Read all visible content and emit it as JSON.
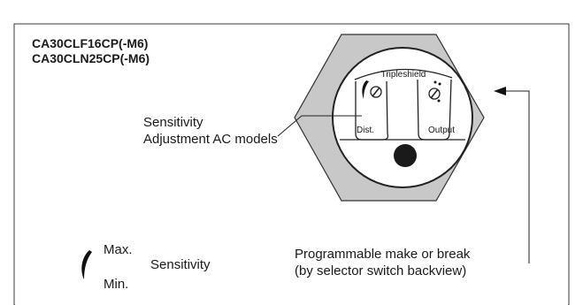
{
  "diagram": {
    "models": [
      "CA30CLF16CP(-M6)",
      "CA30CLN25CP(-M6)"
    ],
    "sensitivity_callout": [
      "Sensitivity",
      "Adjustment AC models"
    ],
    "face_labels": {
      "top": "Tripleshield",
      "left": "Dist.",
      "right": "Output"
    },
    "programmable_callout": [
      "Programmable make or break",
      "(by selector switch backview)"
    ],
    "legend": {
      "max": "Max.",
      "min": "Min.",
      "label": "Sensitivity"
    },
    "colors": {
      "hexagon_fill": "#c8c8c8",
      "outline": "#222222",
      "background": "#ffffff"
    }
  }
}
